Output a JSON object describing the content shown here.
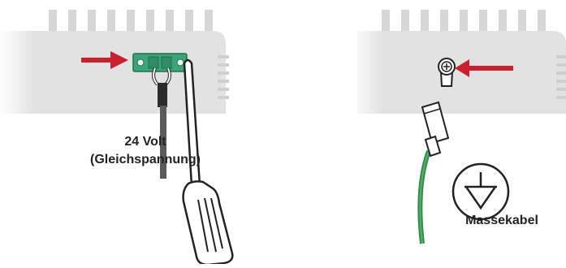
{
  "labels": {
    "power_line1": "24 Volt",
    "power_line2": "(Gleichspannung)",
    "ground_label": "Massekabel"
  },
  "colors": {
    "arrow": "#c8202f",
    "terminal_green": "#3aa57a",
    "ground_wire": "#2f8f4a",
    "device_body": "#d9d9d9"
  },
  "icons": [
    "arrow-icon",
    "screwdriver-icon",
    "ground-symbol-icon",
    "ring-terminal-icon",
    "terminal-block-icon"
  ]
}
